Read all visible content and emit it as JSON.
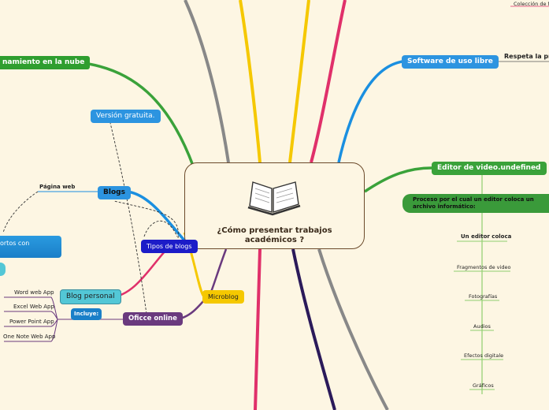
{
  "center": {
    "title": "¿Cómo presentar trabajos académicos ?",
    "icon": "book-icon"
  },
  "left": {
    "cloud_storage": "namiento en la nube",
    "free_version": "Versión gratuita.",
    "blogs": "Blogs",
    "web_page": "Página web",
    "cut_box": "ortos con",
    "blog_types": "Tipos de blogs",
    "personal_blog": "Blog personal",
    "includes": "Incluye:",
    "office_online": "Oficce online",
    "microblog": "Microblog",
    "apps": [
      "Word web App",
      "Excel Web App",
      "Power Point App",
      "One Note Web App"
    ]
  },
  "right": {
    "top_collection": "Colección de f",
    "free_software": "Software de uso libre",
    "privacy": "Respeta la priv",
    "video_editor": "Editor de video.undefined",
    "process": "Proceso por el cual un editor coloca un archivo informático:",
    "editor_items": [
      "Un editor coloca",
      "Fragmentos de video",
      "Fotografías",
      "Audios",
      "Efectos digitale",
      "Gráficos"
    ]
  },
  "colors": {
    "background": "#fdf6e3",
    "green": "#3aa23a",
    "blue": "#1a8fe0",
    "dark_blue": "#1c1cc8",
    "purple": "#6a3a7e",
    "yellow": "#f5c800",
    "pink": "#e0306a",
    "teal": "#53c7d6",
    "gray": "#888888",
    "navy": "#2b1a5a"
  }
}
